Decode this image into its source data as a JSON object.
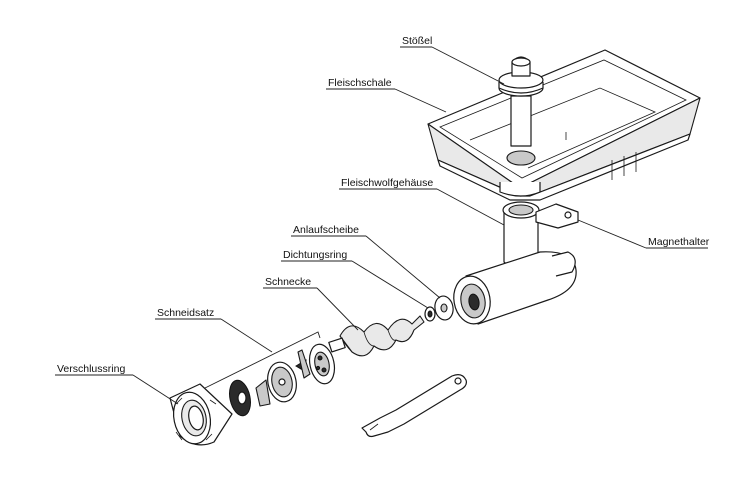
{
  "labels": {
    "stoessel": "Stößel",
    "fleischschale": "Fleischschale",
    "fleischwolfgehaeuse": "Fleischwolfgehäuse",
    "magnethalter": "Magnethalter",
    "anlaufscheibe": "Anlaufscheibe",
    "dichtungsring": "Dichtungsring",
    "schnecke": "Schnecke",
    "schneidsatz": "Schneidsatz",
    "verschlussring": "Verschlussring"
  }
}
